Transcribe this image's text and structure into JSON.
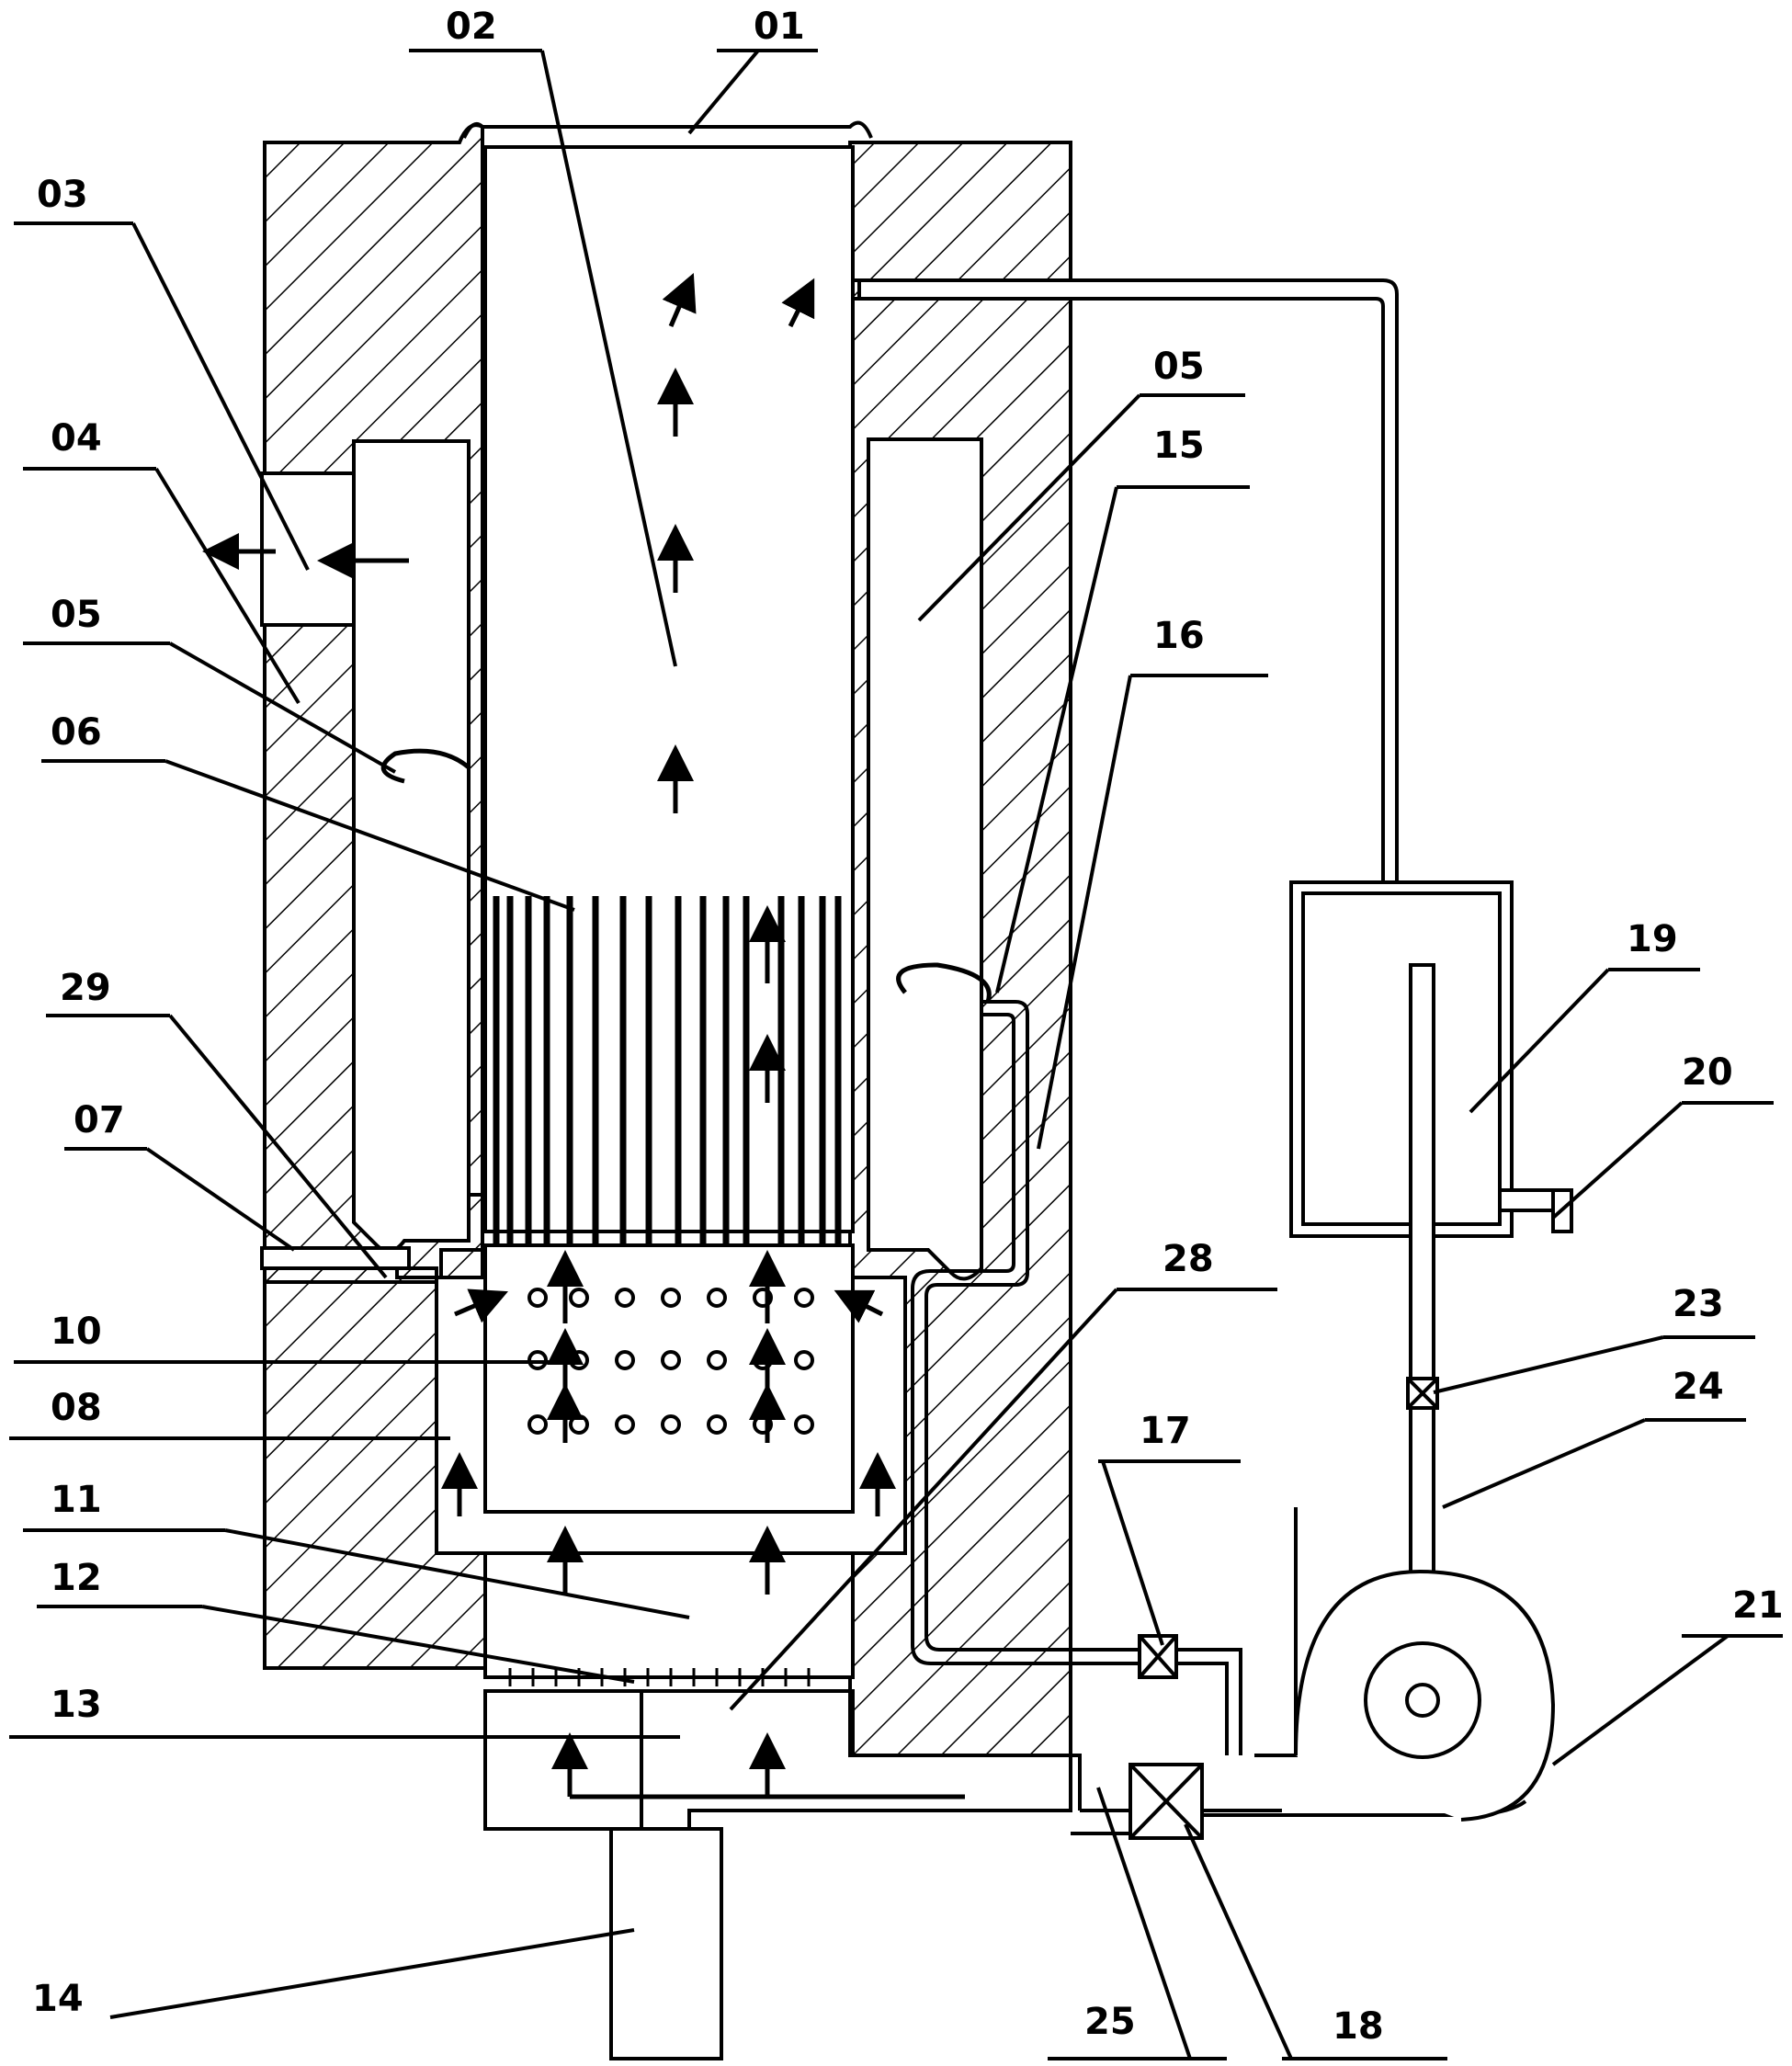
{
  "labels": {
    "l01": "01",
    "l02": "02",
    "l03": "03",
    "l04": "04",
    "l05a": "05",
    "l05b": "05",
    "l06": "06",
    "l07": "07",
    "l08": "08",
    "l10": "10",
    "l11": "11",
    "l12": "12",
    "l13": "13",
    "l14": "14",
    "l15": "15",
    "l16": "16",
    "l17": "17",
    "l18": "18",
    "l19": "19",
    "l20": "20",
    "l21": "21",
    "l23": "23",
    "l24": "24",
    "l25": "25",
    "l28": "28",
    "l29": "29"
  },
  "colors": {
    "stroke": "#000000",
    "background": "#ffffff"
  }
}
